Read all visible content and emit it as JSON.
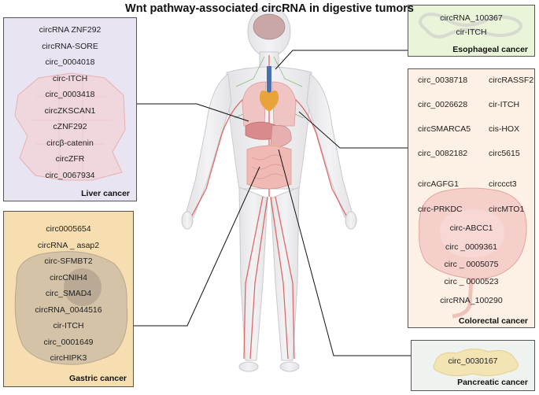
{
  "title": "Wnt pathway-associated circRNA in digestive tumors",
  "colors": {
    "liver_bg": "#e9e4f2",
    "esophageal_bg": "#eaf4d8",
    "colorectal_bg": "#fcf1e4",
    "gastric_bg": "#f6deb0",
    "pancreatic_bg": "#eef3ef",
    "vessel_red": "#d9534f",
    "nerve_green": "#6fae5a"
  },
  "panels": {
    "liver": {
      "caption": "Liver cancer",
      "items": [
        "circRNA ZNF292",
        "circRNA-SORE",
        "circ_0004018",
        "circ-ITCH",
        "circ_0003418",
        "circZKSCAN1",
        "cZNF292",
        "circβ-catenin",
        "circZFR",
        "circ_0067934"
      ]
    },
    "esophageal": {
      "caption": "Esophageal cancer",
      "items": [
        "circRNA_100367",
        "cir-ITCH"
      ]
    },
    "colorectal": {
      "caption": "Colorectal cancer",
      "pairs": [
        [
          "circ_0038718",
          "circRASSF2"
        ],
        [
          "circ_0026628",
          "cir-ITCH"
        ],
        [
          "circSMARCA5",
          "cis-HOX"
        ],
        [
          "circ_0082182",
          "circ5615"
        ],
        [
          "circAGFG1",
          "circcct3"
        ],
        [
          "circ-PRKDC",
          "circMTO1"
        ]
      ],
      "singles": [
        "circ-ABCC1",
        "circ _0009361",
        "circ _ 0005075",
        "circ _ 0000523",
        "circRNA_100290"
      ]
    },
    "gastric": {
      "caption": "Gastric cancer",
      "items": [
        "circ0005654",
        "circRNA _ asap2",
        "circ-SFMBT2",
        "circCNIH4",
        "circ_SMAD4",
        "circRNA_0044516",
        "cir-ITCH",
        "circ_0001649",
        "circHIPK3"
      ]
    },
    "pancreatic": {
      "caption": "Pancreatic cancer",
      "items": [
        "circ_0030167"
      ]
    }
  }
}
